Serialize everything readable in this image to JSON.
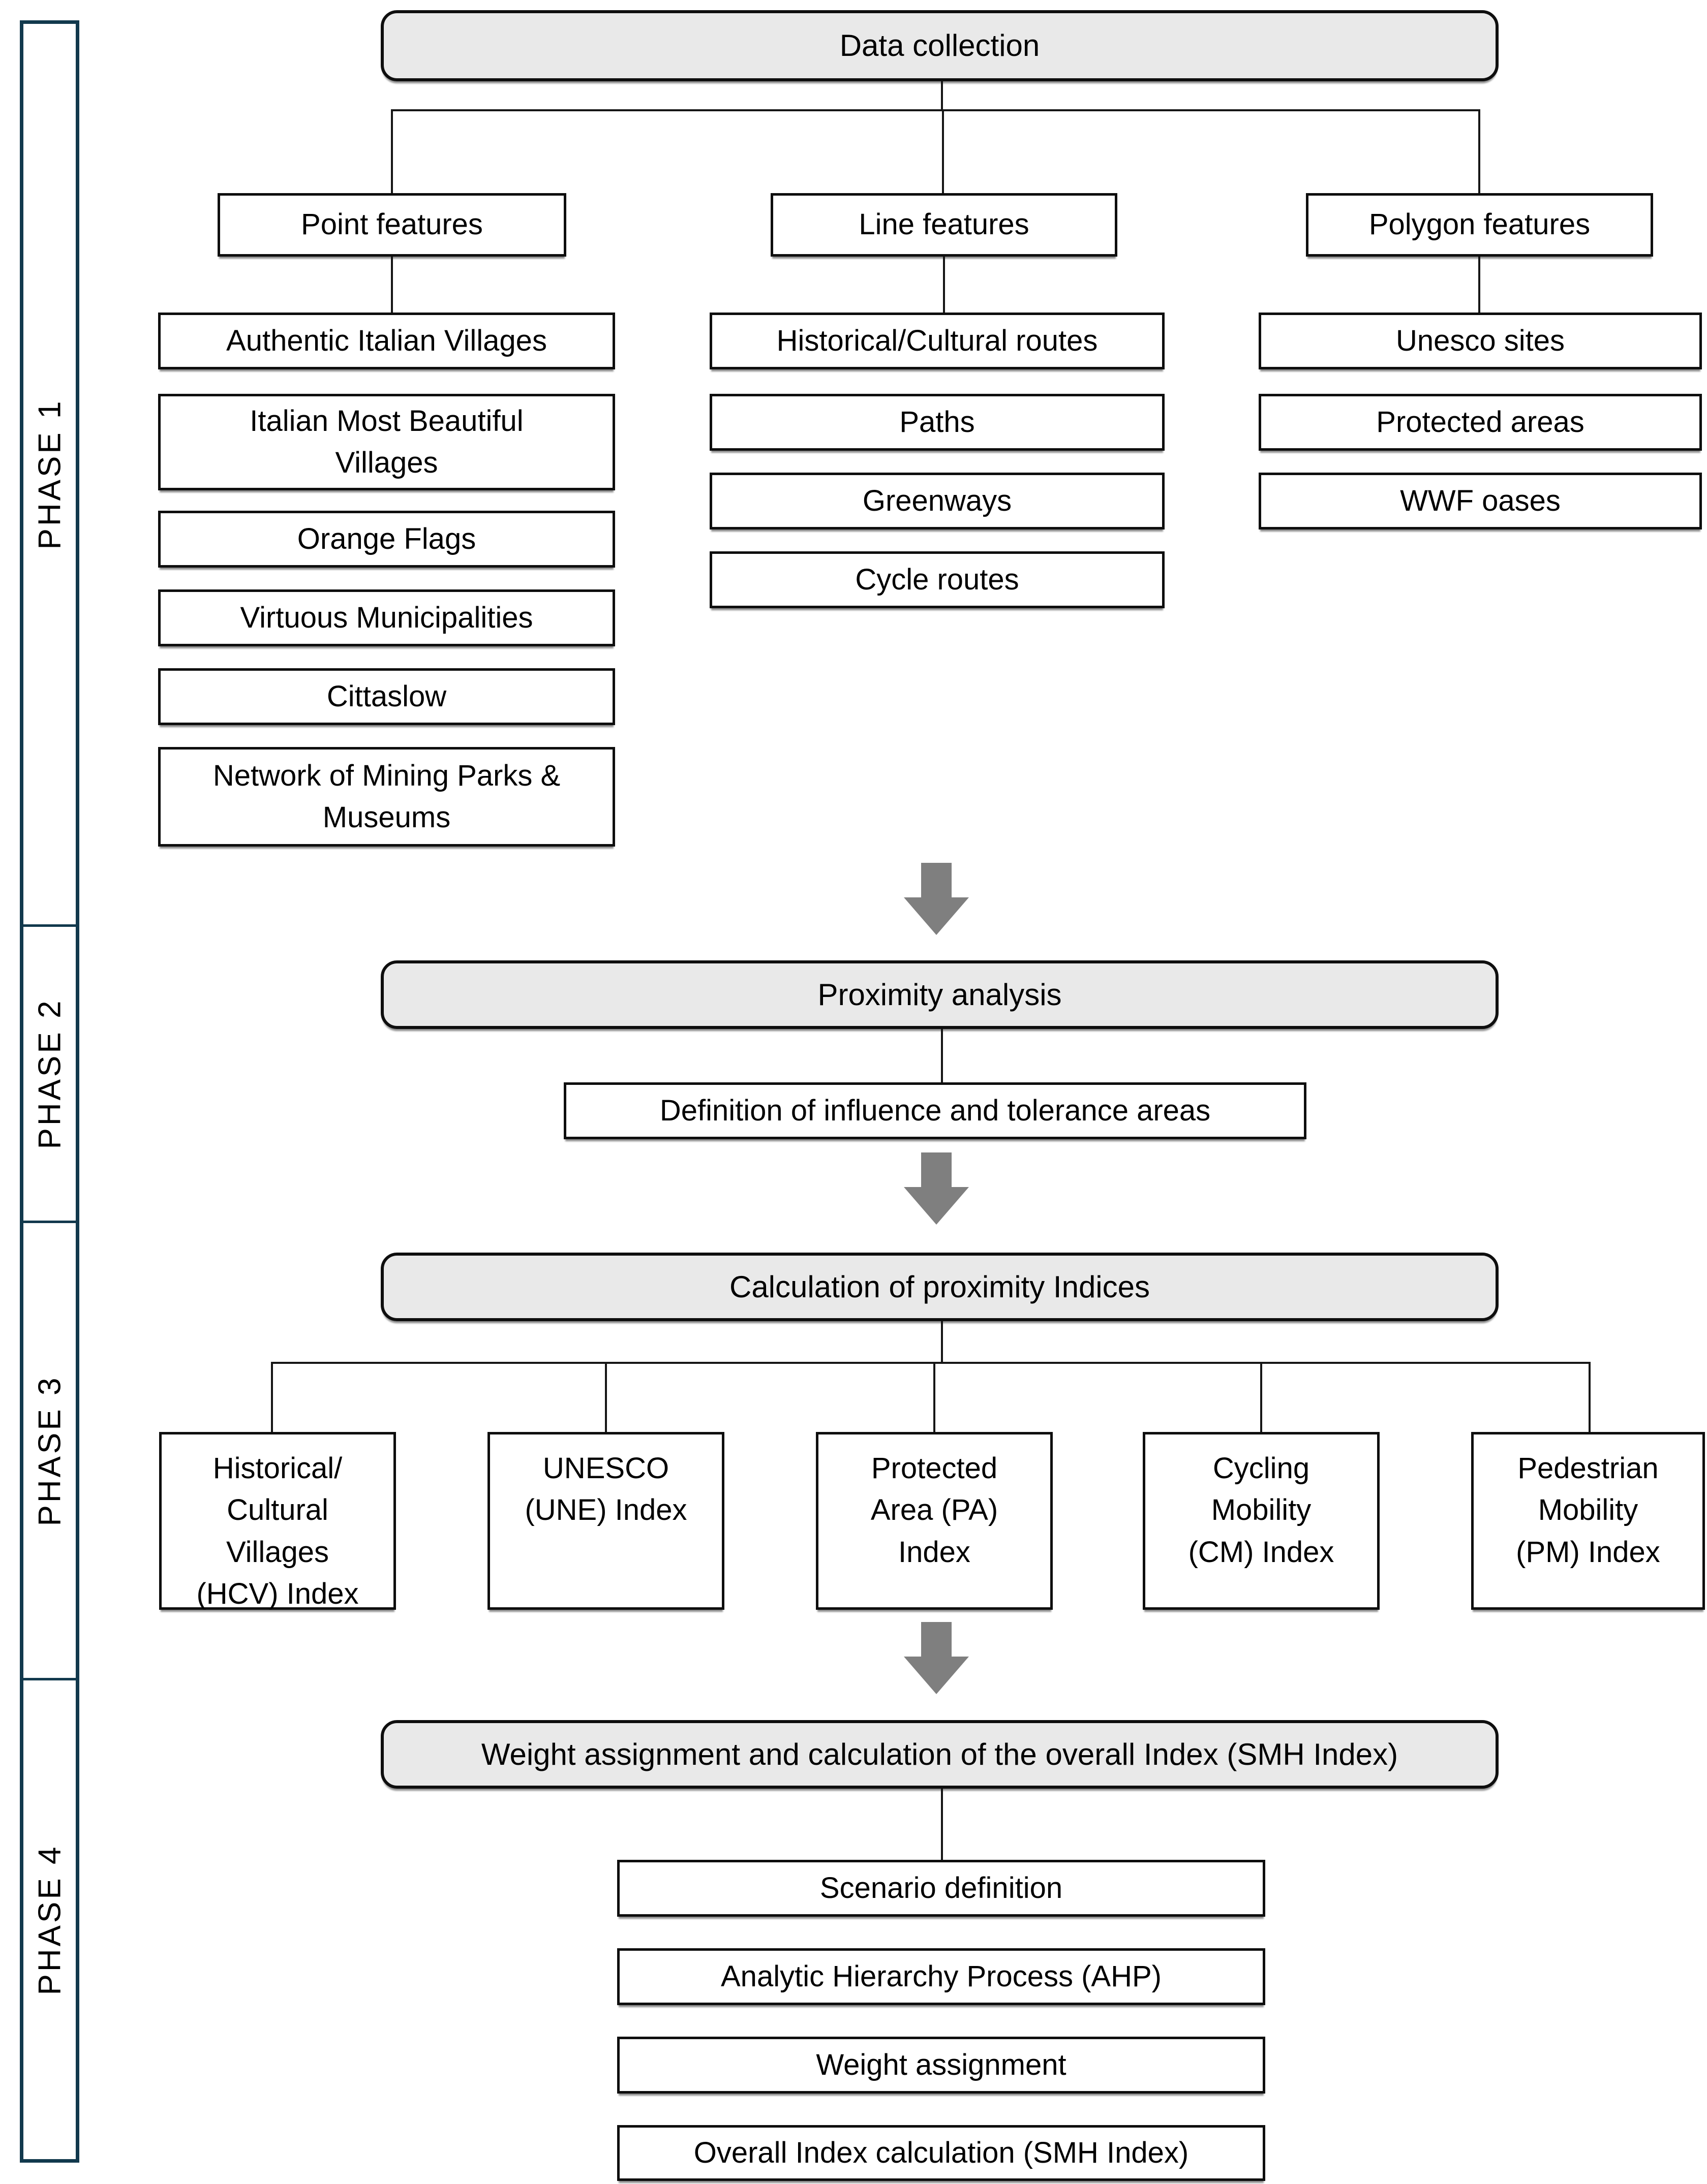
{
  "phases": [
    {
      "label": "PHASE 1"
    },
    {
      "label": "PHASE 2"
    },
    {
      "label": "PHASE 3"
    },
    {
      "label": "PHASE 4"
    }
  ],
  "phase1": {
    "root": "Data collection",
    "columns": [
      {
        "header": "Point features",
        "items": [
          "Authentic Italian Villages",
          "Italian Most Beautiful\nVillages",
          "Orange Flags",
          "Virtuous Municipalities",
          "Cittaslow",
          "Network of Mining Parks &\nMuseums"
        ]
      },
      {
        "header": "Line features",
        "items": [
          "Historical/Cultural routes",
          "Paths",
          "Greenways",
          "Cycle routes"
        ]
      },
      {
        "header": "Polygon features",
        "items": [
          "Unesco sites",
          "Protected areas",
          "WWF oases"
        ]
      }
    ]
  },
  "phase2": {
    "root": "Proximity analysis",
    "definition": "Definition of influence and tolerance areas"
  },
  "phase3": {
    "root": "Calculation of proximity Indices",
    "indices": [
      "Historical/\nCultural\nVillages\n(HCV) Index",
      "UNESCO\n(UNE) Index",
      "Protected\nArea (PA)\nIndex",
      "Cycling\nMobility\n(CM) Index",
      "Pedestrian\nMobility\n(PM) Index"
    ]
  },
  "phase4": {
    "root": "Weight assignment and calculation of the overall Index (SMH Index)",
    "steps": [
      "Scenario definition",
      "Analytic Hierarchy Process (AHP)",
      "Weight assignment",
      "Overall Index calculation (SMH Index)"
    ]
  },
  "colors": {
    "background": "#ffffff",
    "gray_box_fill": "#e9e9e9",
    "box_border": "#0e0e0e",
    "arrow_gray": "#7f7f7f",
    "phase_bar_border": "#12394d"
  }
}
